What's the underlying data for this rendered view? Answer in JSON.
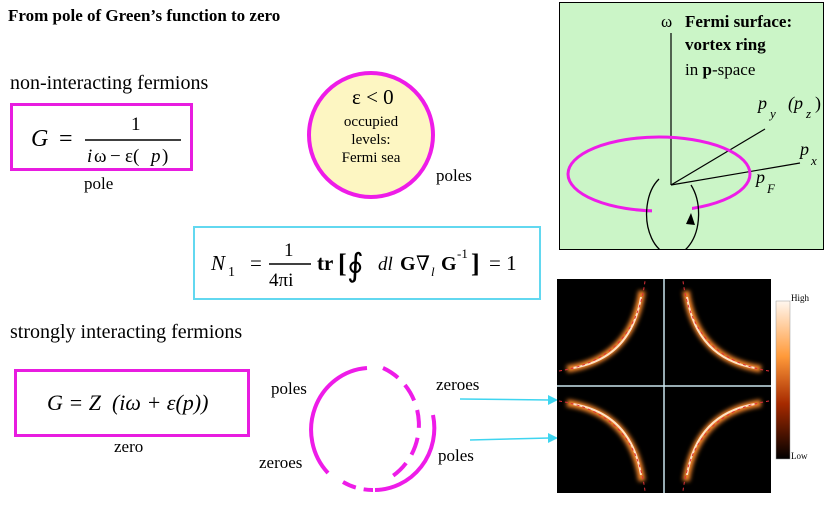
{
  "title": "From pole of Green’s function to zero",
  "noninteracting": {
    "heading": "non-interacting fermions",
    "G": "G",
    "eq": "=",
    "numerator": "1",
    "denominator_i": "i",
    "denominator_omega": "ω",
    "denominator_minus": "−",
    "denominator_eps": "ε(",
    "denominator_p": "p",
    "denominator_close": ")",
    "caption": "pole"
  },
  "fermi_sea": {
    "top": "ε < 0",
    "lines": [
      "occupied",
      "levels:",
      "Fermi sea"
    ],
    "poles_label": "poles"
  },
  "vortex_panel": {
    "omega": "ω",
    "title_bold_1": "Fermi surface:",
    "title_bold_2": "vortex ring",
    "subtitle_prefix": "in ",
    "subtitle_bold": "p",
    "subtitle_suffix": "-space",
    "py": "p",
    "py_sub": "y",
    "pz_open": "(p",
    "pz_sub": "z",
    "pz_close": ")",
    "px": "p",
    "px_sub": "x",
    "pf": "p",
    "pf_sub": "F",
    "colors": {
      "background": "#cbf5c7",
      "ring": "#ee1ce8"
    }
  },
  "winding": {
    "N": "N",
    "N_sub": "1",
    "eq": "=",
    "frac_num": "1",
    "frac_den": "4πi",
    "tr": "tr",
    "bracket_open": "[",
    "oint": "∮",
    "dl": "dl",
    "G": "G",
    "nabla": "∇",
    "nabla_sub": "l",
    "G2": "G",
    "sup": "-1",
    "bracket_close": "]",
    "result": "= 1"
  },
  "interacting": {
    "heading": "strongly interacting fermions",
    "formula": "G = Z  (iω + ε(p))",
    "caption": "zero",
    "poles_top": "poles",
    "zeroes_top": "zeroes",
    "zeroes_bottom": "zeroes",
    "poles_bottom": "poles"
  },
  "heatmap": {
    "legend_high": "High",
    "legend_low": "Low"
  }
}
